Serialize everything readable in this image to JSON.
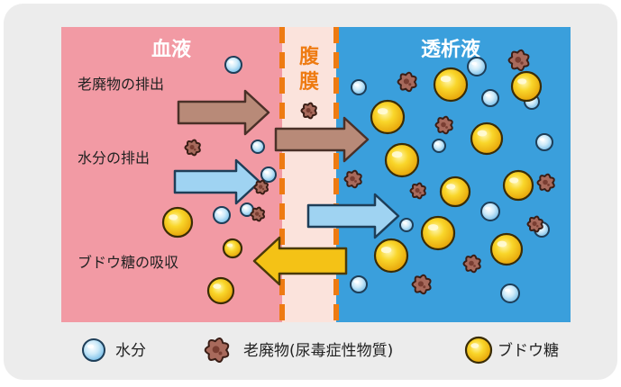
{
  "blood": {
    "title": "血液"
  },
  "membrane": {
    "title_line1": "腹",
    "title_line2": "膜"
  },
  "dialysate": {
    "title": "透析液"
  },
  "processes": {
    "waste": "老廃物の排出",
    "water": "水分の排出",
    "glucose": "ブドウ糖の吸収"
  },
  "legend": {
    "water": "水分",
    "waste": "老廃物(尿毒症性物質)",
    "glucose": "ブドウ糖"
  },
  "colors": {
    "blood_bg": "#f29aa4",
    "membrane_bg": "#fbe3dc",
    "membrane_dash": "#ee7b12",
    "dialysate_bg": "#3a9fdc",
    "water": "#a5d6f2",
    "waste": "#a86a5c",
    "glucose": "#f6c61d",
    "waste_arrow": "#b88a78",
    "water_arrow": "#9fd3f2",
    "glucose_arrow": "#f4c216"
  }
}
